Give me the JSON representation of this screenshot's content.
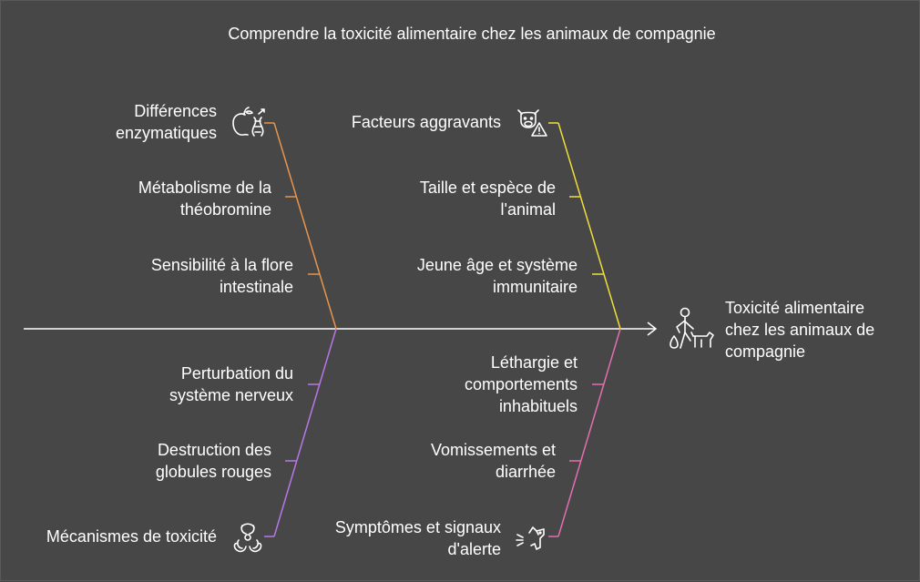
{
  "title": "Comprendre la toxicité alimentaire chez les animaux de compagnie",
  "head": {
    "label": "Toxicité alimentaire chez les animaux de compagnie",
    "line1": "Toxicité alimentaire",
    "line2": "chez les animaux de",
    "line3": "compagnie",
    "icon": "person-with-dog-icon"
  },
  "categories": {
    "enzymes": {
      "label_l1": "Différences",
      "label_l2": "enzymatiques",
      "icon": "apple-dna-icon",
      "color": "#e8944c",
      "causes": [
        {
          "l1": "Métabolisme de la",
          "l2": "théobromine"
        },
        {
          "l1": "Sensibilité à la flore",
          "l2": "intestinale"
        }
      ]
    },
    "factors": {
      "label": "Facteurs aggravants",
      "icon": "animal-warning-icon",
      "color": "#f0de3a",
      "causes": [
        {
          "l1": "Taille et espèce de",
          "l2": "l'animal"
        },
        {
          "l1": "Jeune âge et système",
          "l2": "immunitaire"
        }
      ]
    },
    "mechanisms": {
      "label": "Mécanismes de toxicité",
      "icon": "biohazard-icon",
      "color": "#b877e6",
      "causes": [
        {
          "l1": "Perturbation du",
          "l2": "système nerveux"
        },
        {
          "l1": "Destruction des",
          "l2": "globules rouges"
        }
      ]
    },
    "symptoms": {
      "label_l1": "Symptômes et signaux",
      "label_l2": "d'alerte",
      "icon": "sick-dog-icon",
      "color": "#e36fb0",
      "causes": [
        {
          "l1": "Léthargie et",
          "l2": "comportements",
          "l3": "inhabituels"
        },
        {
          "l1": "Vomissements et",
          "l2": "diarrhée"
        }
      ]
    }
  },
  "colors": {
    "background": "#474747",
    "spine": "#ffffff",
    "text": "#ffffff"
  }
}
